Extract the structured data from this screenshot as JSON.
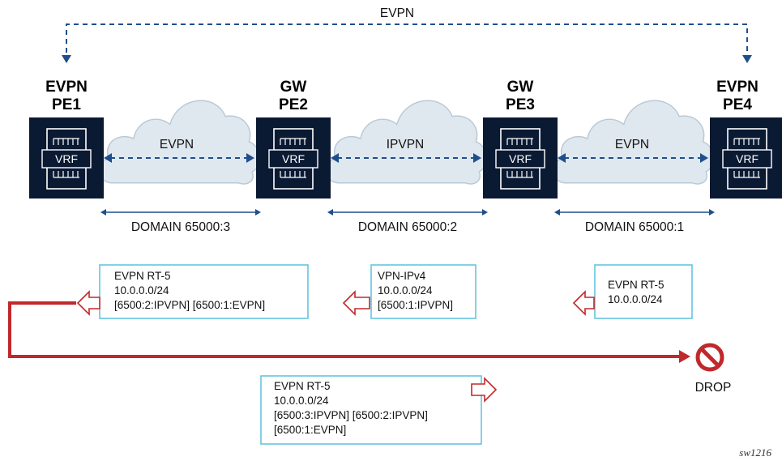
{
  "top_link_label": "EVPN",
  "nodes": [
    {
      "line1": "EVPN",
      "line2": "PE1",
      "vrf": "VRF"
    },
    {
      "line1": "GW",
      "line2": "PE2",
      "vrf": "VRF"
    },
    {
      "line1": "GW",
      "line2": "PE3",
      "vrf": "VRF"
    },
    {
      "line1": "EVPN",
      "line2": "PE4",
      "vrf": "VRF"
    }
  ],
  "clouds": [
    {
      "label": "EVPN",
      "domain": "DOMAIN 65000:3"
    },
    {
      "label": "IPVPN",
      "domain": "DOMAIN 65000:2"
    },
    {
      "label": "EVPN",
      "domain": "DOMAIN 65000:1"
    }
  ],
  "route_boxes": {
    "pe2": [
      "EVPN RT-5",
      "10.0.0.0/24",
      "[6500:2:IPVPN] [6500:1:EVPN]"
    ],
    "pe3": [
      "VPN-IPv4",
      "10.0.0.0/24",
      "[6500:1:IPVPN]"
    ],
    "pe4": [
      "EVPN RT-5",
      "10.0.0.0/24"
    ],
    "loop": [
      "EVPN RT-5",
      "10.0.0.0/24",
      "[6500:3:IPVPN] [6500:2:IPVPN]",
      "[6500:1:EVPN]"
    ]
  },
  "drop_label": "DROP",
  "figure_id": "sw1216",
  "colors": {
    "navy": "#0b1a33",
    "dash_blue": "#1f4e8c",
    "cloud_fill": "#dfe8ef",
    "cloud_stroke": "#b9c9d6",
    "box_border": "#5bc0de",
    "red": "#c0292b"
  }
}
